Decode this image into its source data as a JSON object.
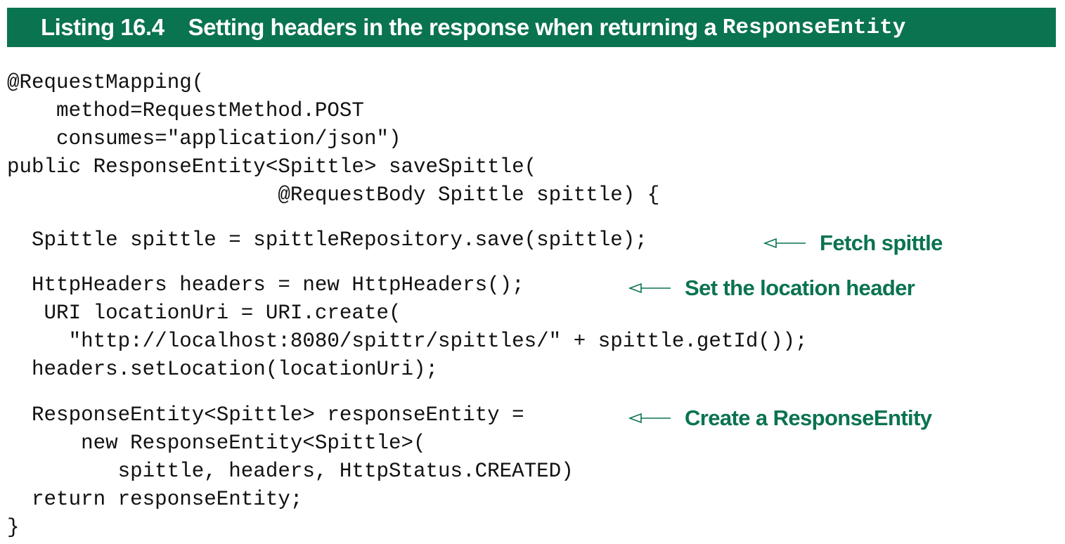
{
  "listing": {
    "number": "Listing 16.4",
    "title_prefix": "Setting headers in the response when returning a ",
    "title_code": "ResponseEntity"
  },
  "code_lines": [
    "@RequestMapping(",
    "    method=RequestMethod.POST",
    "    consumes=\"application/json\")",
    "public ResponseEntity<Spittle> saveSpittle(",
    "                      @RequestBody Spittle spittle) {",
    "  Spittle spittle = spittleRepository.save(spittle);",
    "  HttpHeaders headers = new HttpHeaders();",
    "   URI locationUri = URI.create(",
    "     \"http://localhost:8080/spittr/spittles/\" + spittle.getId());",
    "  headers.setLocation(locationUri);",
    "  ResponseEntity<Spittle> responseEntity =",
    "      new ResponseEntity<Spittle>(",
    "         spittle, headers, HttpStatus.CREATED)",
    "  return responseEntity;",
    "}"
  ],
  "annotations": [
    {
      "text": "Fetch spittle",
      "icon": "left-arrow-icon"
    },
    {
      "text": "Set the location header",
      "icon": "left-arrow-icon"
    },
    {
      "text": "Create a ResponseEntity",
      "icon": "left-arrow-icon"
    }
  ],
  "colors": {
    "accent": "#0a7350",
    "code_text": "#111111",
    "background": "#ffffff"
  }
}
